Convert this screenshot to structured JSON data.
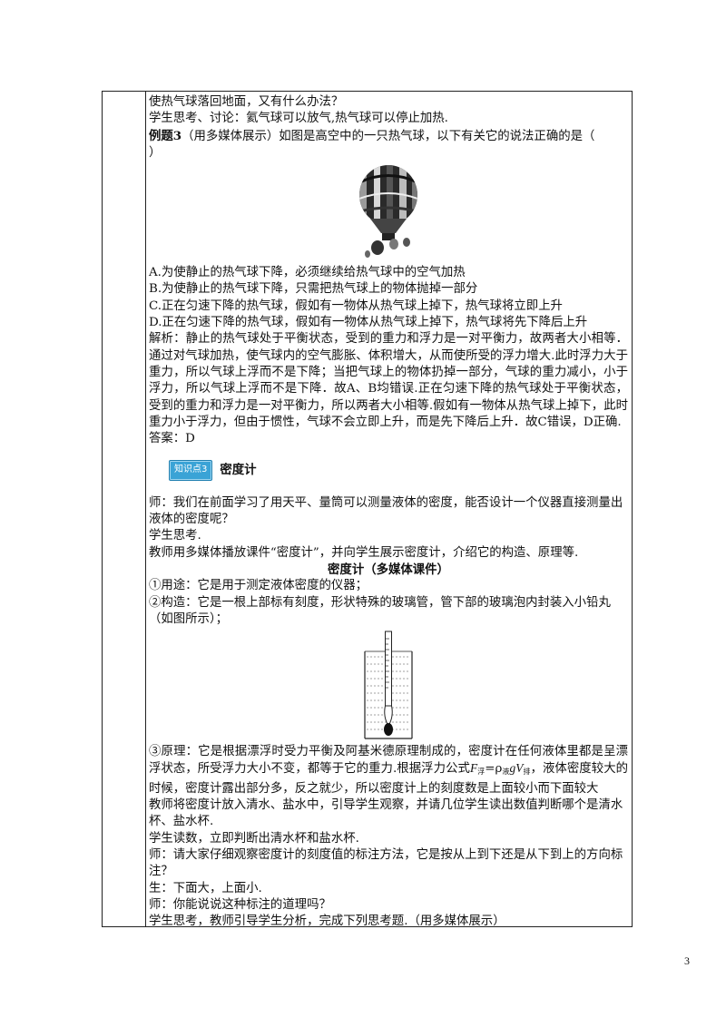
{
  "lines_top": [
    "使热气球落回地面，又有什么办法？",
    "学生思考、讨论：氦气球可以放气,热气球可以停止加热."
  ],
  "example3": {
    "label": "例题3",
    "text": "（用多媒体展示）如图是高空中的一只热气球，以下有关它的说法正确的是（",
    "text_end": "）"
  },
  "balloon_image": {
    "icon": "hot-air-balloon-photo"
  },
  "options": [
    "A.为使静止的热气球下降，必须继续给热气球中的空气加热",
    "B.为使静止的热气球下降，只需把热气球上的物体抛掉一部分",
    "C.正在匀速下降的热气球，假如有一物体从热气球上掉下，热气球将立即上升",
    "D.正在匀速下降的热气球，假如有一物体从热气球上掉下，热气球将先下降后上升"
  ],
  "analysis": "解析：静止的热气球处于平衡状态，受到的重力和浮力是一对平衡力，故两者大小相等．通过对气球加热，使气球内的空气膨胀、体积增大，从而使所受的浮力增大.此时浮力大于重力，所以气球上浮而不是下降；当把气球上的物体扔掉一部分，气球的重力减小，小于浮力，所以气球上浮而不是下降．故A、B均错误.正在匀速下降的热气球处于平衡状态，受到的重力和浮力是一对平衡力，所以两者大小相等.假如有一物体从热气球上掉下，此时重力小于浮力，但由于惯性，气球不会立即上升，而是先下降后上升．故C错误，D正确.",
  "answer": "答案：D",
  "knowledge_point": {
    "badge": "知识点3",
    "title": "密度计"
  },
  "teacher_q1": "师：我们在前面学习了用天平、量筒可以测量液体的密度，能否设计一个仪器直接测量出液体的密度呢？",
  "student_think1": "学生思考.",
  "teacher_show": "教师用多媒体播放课件“密度计”，并向学生展示密度计，介绍它的构造、原理等.",
  "courseware_title": "密度计（多媒体课件）",
  "use": "①用途：它是用于测定液体密度的仪器；",
  "structure": "②构造：它是一根上部标有刻度，形状特殊的玻璃管，管下部的玻璃泡内封装入小铅丸（如图所示）；",
  "hydrometer_image": {
    "icon": "hydrometer-diagram"
  },
  "principle_a": "③原理：它是根据漂浮时受力平衡及阿基米德原理制成的，密度计在任何液体里都是呈漂浮状态，所受浮力大小不变，都等于它的重力.根据浮力公式",
  "formula": {
    "F": "F",
    "sub_fu": "浮",
    "eq": "=ρ",
    "sub_ye": "液",
    "gV": "gV",
    "sub_pai": "排"
  },
  "principle_b": "，液体密度较大的时候，密度计露出部分多，反之就少，所以密度计上的刻度数是上面较小而下面较大",
  "teacher_put": "教师将密度计放入清水、盐水中，引导学生观察，并请几位学生读出数值判断哪个是清水杯、盐水杯.",
  "student_read": "学生读数，立即判断出清水杯和盐水杯.",
  "teacher_q2": "师：请大家仔细观察密度计的刻度值的标注方法，它是按从上到下还是从下到上的方向标注？",
  "student_a2": "生：下面大，上面小.",
  "teacher_q3": "师：你能说说这种标注的道理吗？",
  "student_think2": "学生思考，教师引导学生分析，完成下列思考题.（用多媒体展示）",
  "page_number": "3"
}
